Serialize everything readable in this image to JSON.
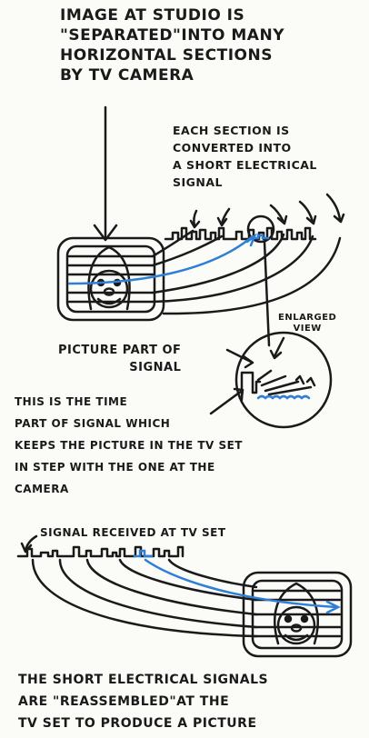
{
  "labels": {
    "studio": "IMAGE AT STUDIO IS\n\"SEPARATED\"INTO MANY\nHORIZONTAL SECTIONS\nBY TV CAMERA",
    "each_section": "EACH SECTION IS\nCONVERTED INTO\nA SHORT ELECTRICAL\nSIGNAL",
    "enlarged": "ENLARGED\nVIEW",
    "picture_part": "PICTURE PART OF\nSIGNAL",
    "time_part": "THIS IS THE TIME\nPART OF SIGNAL WHICH\nKEEPS THE PICTURE IN THE TV SET\nIN STEP WITH THE ONE AT THE\nCAMERA",
    "received": "SIGNAL RECEIVED AT TV SET",
    "reassembled": "THE SHORT ELECTRICAL SIGNALS\nARE \"REASSEMBLED\"AT THE\nTV SET TO PRODUCE A PICTURE"
  },
  "colors": {
    "ink": "#1a1a1a",
    "highlight": "#2f7fd6"
  }
}
